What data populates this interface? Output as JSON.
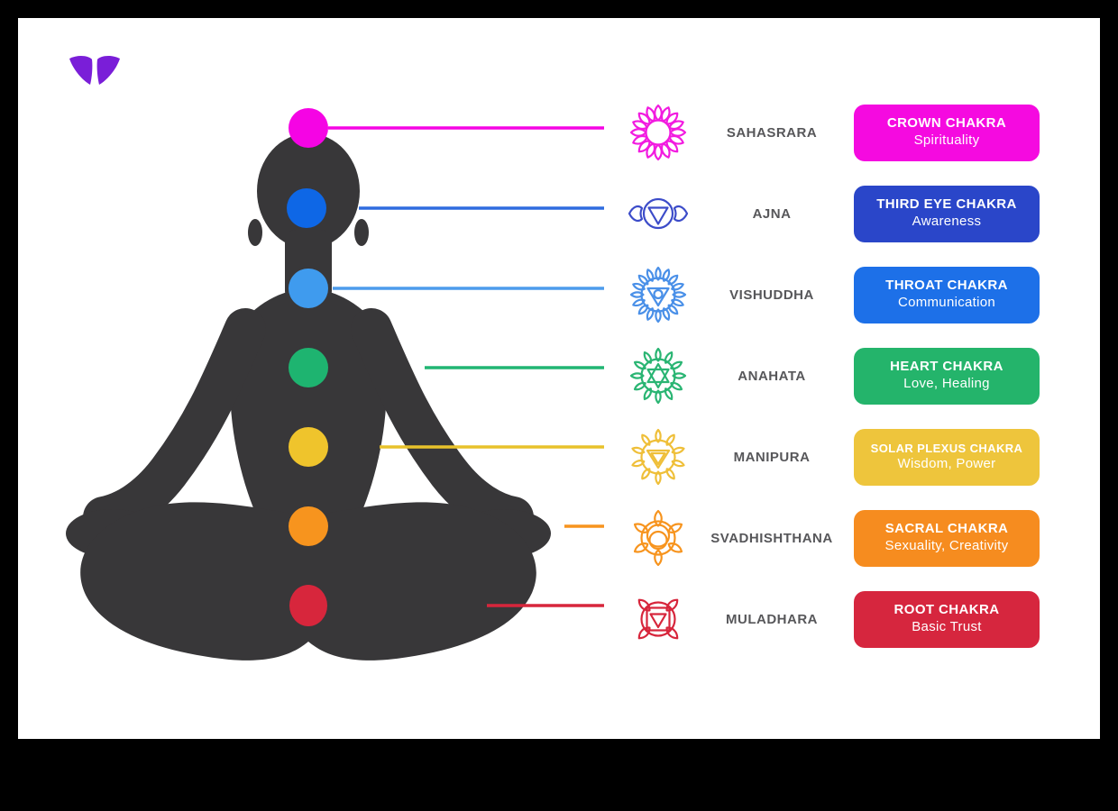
{
  "page": {
    "frame_color": "#000000",
    "canvas_color": "#ffffff",
    "silhouette_color": "#383739",
    "sanskrit_text_color": "#57575A"
  },
  "logo": {
    "name": "butterfly-logo",
    "color": "#7A1ED8"
  },
  "rows": [
    {
      "symbol": "sahasrara-icon",
      "sanskrit": "SAHASRARA",
      "chakra": "CROWN CHAKRA",
      "attribute": "Spirituality",
      "badge_color": "#F50AE0",
      "circle_color": "#F504E4",
      "line_color": "#F504E4",
      "symbol_color": "#F21BE0"
    },
    {
      "symbol": "ajna-icon",
      "sanskrit": "AJNA",
      "chakra": "THIRD EYE CHAKRA",
      "attribute": "Awareness",
      "badge_color": "#2A46C9",
      "circle_color": "#0E67E6",
      "line_color": "#2E6CDF",
      "symbol_color": "#3C4CC9"
    },
    {
      "symbol": "vishuddha-icon",
      "sanskrit": "VISHUDDHA",
      "chakra": "THROAT CHAKRA",
      "attribute": "Communication",
      "badge_color": "#1D70E8",
      "circle_color": "#3F9BEE",
      "line_color": "#4D9CEC",
      "symbol_color": "#4A90E8"
    },
    {
      "symbol": "anahata-icon",
      "sanskrit": "ANAHATA",
      "chakra": "HEART CHAKRA",
      "attribute": "Love, Healing",
      "badge_color": "#24B46B",
      "circle_color": "#1EB470",
      "line_color": "#21B573",
      "symbol_color": "#2AB573"
    },
    {
      "symbol": "manipura-icon",
      "sanskrit": "MANIPURA",
      "chakra": "SOLAR PLEXUS CHAKRA",
      "attribute": "Wisdom, Power",
      "badge_color": "#EEC53C",
      "circle_color": "#EFC42C",
      "line_color": "#E8C22B",
      "symbol_color": "#EFBF39"
    },
    {
      "symbol": "svadhishthana-icon",
      "sanskrit": "SVADHISHTHANA",
      "chakra": "SACRAL CHAKRA",
      "attribute": "Sexuality, Creativity",
      "badge_color": "#F68C1F",
      "circle_color": "#F7941E",
      "line_color": "#F7941E",
      "symbol_color": "#F7941E"
    },
    {
      "symbol": "muladhara-icon",
      "sanskrit": "MULADHARA",
      "chakra": "ROOT CHAKRA",
      "attribute": "Basic Trust",
      "badge_color": "#D6263E",
      "circle_color": "#D7263C",
      "line_color": "#D7263C",
      "symbol_color": "#D7263C"
    }
  ]
}
